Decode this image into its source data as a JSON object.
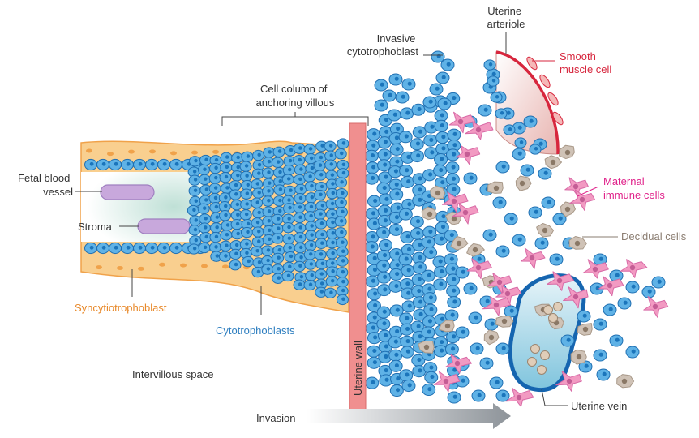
{
  "labels": {
    "uterine_arteriole": [
      "Uterine",
      "arteriole"
    ],
    "invasive_cytotrophoblast": [
      "Invasive",
      "cytotrophoblast"
    ],
    "smooth_muscle_cell": [
      "Smooth",
      "muscle cell"
    ],
    "cell_column": [
      "Cell column of",
      "anchoring villous"
    ],
    "fetal_blood_vessel": [
      "Fetal blood",
      "vessel"
    ],
    "stroma": "Stroma",
    "maternal_immune_cells": [
      "Maternal",
      "immune cells"
    ],
    "decidual_cells": "Decidual cells",
    "syncytiotrophoblast": "Syncytiotrophoblast",
    "cytotrophoblasts": "Cytotrophoblasts",
    "intervillous_space": "Intervillous space",
    "uterine_wall": "Uterine wall",
    "uterine_vein": "Uterine vein",
    "invasion": "Invasion"
  },
  "colors": {
    "syncytio": "#f9cf8f",
    "syncytio_dot": "#f0a24a",
    "cyto_fill": "#5fb2e6",
    "cyto_edge": "#1f6fb2",
    "cyto_nucleus": "#1b75bb",
    "stroma": "#d6ece6",
    "fetal_vessel": "#c8a8dc",
    "uterine_wall": "#f08f8f",
    "arteriole": "#d7263d",
    "immune": "#f29ac2",
    "decidual": "#cfc2b6",
    "vein_edge": "#1565b0",
    "vein_fill": "#9fd3e6"
  }
}
